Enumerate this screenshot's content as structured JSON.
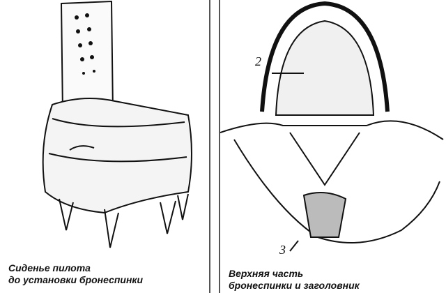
{
  "left_panel": {
    "caption_line1": "Сиденье пилота",
    "caption_line2": "до установки бронеспинки"
  },
  "right_panel": {
    "caption_line1": "Верхняя часть",
    "caption_line2": "бронеспинки и заголовник",
    "callouts": [
      "2",
      "3"
    ]
  }
}
